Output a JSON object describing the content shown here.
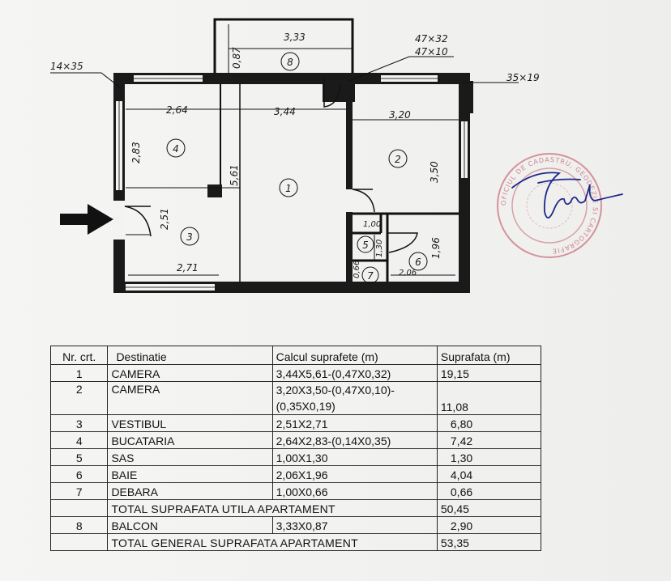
{
  "plan": {
    "wall_labels": {
      "w14x35": "14×35",
      "w47x32": "47×32",
      "w47x10": "47×10",
      "w35x19": "35×19"
    },
    "dimensions": {
      "d333": "3,33",
      "d087": "0,87",
      "d264": "2,64",
      "d344": "3,44",
      "d320": "3,20",
      "d283": "2,83",
      "d561": "5,61",
      "d350": "3,50",
      "d251": "2,51",
      "d100": "1,00",
      "d196": "1,96",
      "d271": "2,71",
      "d206": "2,06",
      "d066": "0,66",
      "d130": "1,30"
    },
    "rooms": {
      "r1": "1",
      "r2": "2",
      "r3": "3",
      "r4": "4",
      "r5": "5",
      "r6": "6",
      "r7": "7",
      "r8": "8"
    }
  },
  "table": {
    "headers": [
      "Nr. crt.",
      "Destinatie",
      "Calcul suprafete (m)",
      "Suprafata (m)"
    ],
    "rows": [
      {
        "nr": "1",
        "dest": "CAMERA",
        "calc": "3,44X5,61-(0,47X0,32)",
        "surf": "19,15"
      },
      {
        "nr": "2",
        "dest": "CAMERA",
        "calc": "3,20X3,50-(0,47X0,10)-",
        "calc2": "(0,35X0,19)",
        "surf": "11,08"
      },
      {
        "nr": "3",
        "dest": "VESTIBUL",
        "calc": "2,51X2,71",
        "surf": "6,80"
      },
      {
        "nr": "4",
        "dest": "BUCATARIA",
        "calc": "2,64X2,83-(0,14X0,35)",
        "surf": "7,42"
      },
      {
        "nr": "5",
        "dest": "SAS",
        "calc": "1,00X1,30",
        "surf": "1,30"
      },
      {
        "nr": "6",
        "dest": "BAIE",
        "calc": "2,06X1,96",
        "surf": "4,04"
      },
      {
        "nr": "7",
        "dest": "DEBARA",
        "calc": "1,00X0,66",
        "surf": "0,66"
      }
    ],
    "total_util_label": "TOTAL SUPRAFATA UTILA APARTAMENT",
    "total_util_value": "50,45",
    "balcon": {
      "nr": "8",
      "dest": "BALCON",
      "calc": "3,33X0,87",
      "surf": "2,90"
    },
    "total_general_label": "TOTAL GENERAL SUPRAFATA APARTAMENT",
    "total_general_value": "53,35"
  },
  "stamp": {
    "text": "OFICIUL DE CADASTRU, GEODEZIE SI CARTOGRAFIE"
  }
}
